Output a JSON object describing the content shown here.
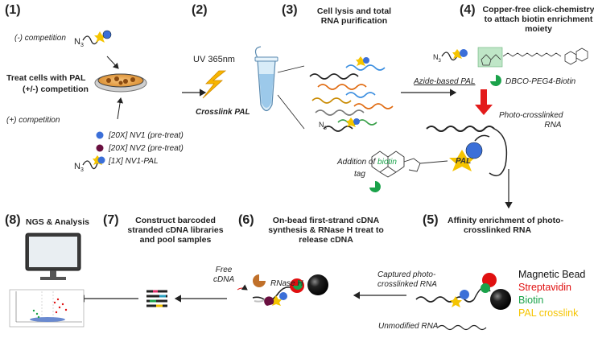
{
  "step1": {
    "num": "(1)",
    "neg_competition": "(-) competition",
    "pos_competition": "(+) competition",
    "treat_line1": "Treat cells with PAL",
    "treat_line2": "(+/-) competition",
    "nv1": "[20X] NV1 (pre-treat)",
    "nv2": "[20X] NV2 (pre-treat)",
    "nv1pal": "[1X] NV1-PAL",
    "azide": "N",
    "azide_sub": "3"
  },
  "step2": {
    "num": "(2)",
    "uv": "UV 365nm",
    "crosslink": "Crosslink PAL"
  },
  "step3": {
    "num": "(3)",
    "title_line1": "Cell lysis and total",
    "title_line2": "RNA purification"
  },
  "step4": {
    "num": "(4)",
    "title_line1": "Copper-free click-chemistry",
    "title_line2": "to attach biotin enrichment",
    "title_line3": "moiety",
    "azide_pal": "Azide-based PAL",
    "dbco": "DBCO-PEG4-Biotin",
    "photo_rna_line1": "Photo-crosslinked",
    "photo_rna_line2": "RNA",
    "addition_prefix": "Addition of ",
    "addition_biotin": "biotin",
    "addition_tag": "tag",
    "pal_label": "PAL"
  },
  "step5": {
    "num": "(5)",
    "title_line1": "Affinity enrichment of photo-",
    "title_line2": "crosslinked RNA",
    "captured_line1": "Captured photo-",
    "captured_line2": "crosslinked RNA",
    "unmodified": "Unmodified RNA"
  },
  "step6": {
    "num": "(6)",
    "title_line1": "On-bead first-strand cDNA",
    "title_line2": "synthesis & RNase H treat to",
    "title_line3": "release cDNA",
    "free_line1": "Free",
    "free_line2": "cDNA",
    "rnase": "RNase H"
  },
  "step7": {
    "num": "(7)",
    "title_line1": "Construct barcoded",
    "title_line2": "stranded cDNA libraries",
    "title_line3": "and pool samples"
  },
  "step8": {
    "num": "(8)",
    "title": "NGS & Analysis"
  },
  "legend": {
    "bead": "Magnetic Bead",
    "streptavidin": "Streptavidin",
    "biotin": "Biotin",
    "pal": "PAL crosslink"
  },
  "colors": {
    "biotin_green": "#1aa24a",
    "streptavidin_red": "#e01010",
    "pal_yellow": "#f5c400",
    "probe_blue": "#3b6fd8",
    "nv2_purple": "#6a1040",
    "arrow_red": "#e31b1b",
    "bead_black": "#111111"
  }
}
